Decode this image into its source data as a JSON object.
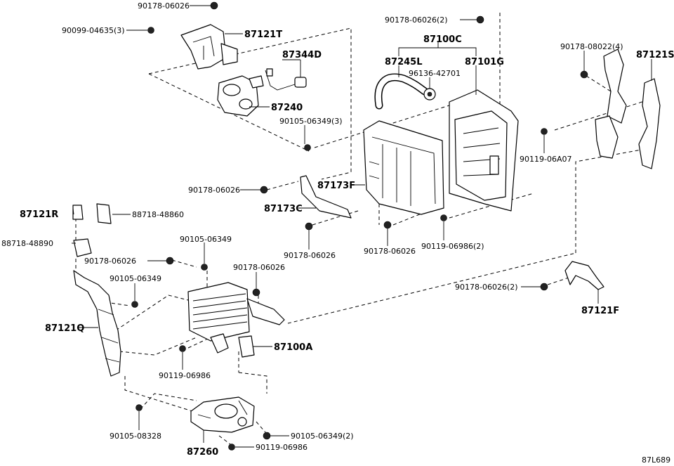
{
  "diagram_id": "87L689",
  "part_labels": {
    "p87121T": "87121T",
    "p87344D": "87344D",
    "p87240": "87240",
    "p87100C": "87100C",
    "p87245L": "87245L",
    "p87101G": "87101G",
    "p87121S": "87121S",
    "p87173F": "87173F",
    "p87173C": "87173C",
    "p87121R": "87121R",
    "p87121Q": "87121Q",
    "p87100A": "87100A",
    "p87121F": "87121F",
    "p87260": "87260"
  },
  "fastener_labels": {
    "f1": "90178-06026",
    "f2": "90099-04635(3)",
    "f3": "90178-06026(2)",
    "f4": "96136-42701",
    "f5": "90178-08022(4)",
    "f6": "90105-06349(3)",
    "f7": "90119-06A07",
    "f8": "90178-06026",
    "f9": "88718-48860",
    "f10": "88718-48890",
    "f11": "90178-06026",
    "f12": "90178-06026",
    "f13": "90119-06986(2)",
    "f14": "90105-06349",
    "f15": "90178-06026",
    "f16": "90178-06026",
    "f17": "90105-06349",
    "f18": "90178-06026(2)",
    "f19": "90119-06986",
    "f20": "90105-08328",
    "f21": "90105-06349(2)",
    "f22": "90119-06986"
  }
}
